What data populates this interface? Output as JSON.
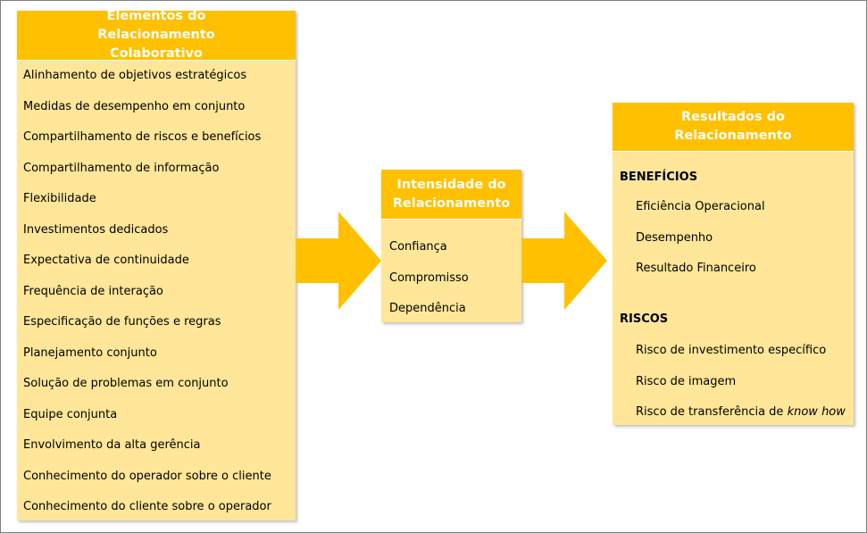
{
  "elements": {
    "title": "Elementos do Relacionamento Colaborativo",
    "items": [
      "Alinhamento de objetivos estratégicos",
      "Medidas de desempenho em conjunto",
      "Compartilhamento de riscos e benefícios",
      "Compartilhamento de informação",
      "Flexibilidade",
      "Investimentos dedicados",
      "Expectativa de continuidade",
      "Frequência de interação",
      "Especificação de funções e regras",
      "Planejamento conjunto",
      "Solução de problemas em conjunto",
      "Equipe conjunta",
      "Envolvimento da alta gerência",
      "Conhecimento do operador sobre o cliente",
      "Conhecimento do cliente sobre o operador"
    ]
  },
  "intensity": {
    "title": "Intensidade do Relacionamento",
    "items": [
      "Confiança",
      "Compromisso",
      "Dependência"
    ]
  },
  "results": {
    "title": "Resultados do Relacionamento",
    "benefits_heading": "BENEFÍCIOS",
    "benefits": [
      "Eficiência Operacional",
      "Desempenho",
      "Resultado Financeiro"
    ],
    "risks_heading": "RISCOS",
    "risks": [
      "Risco de investimento específico",
      "Risco de imagem"
    ],
    "last_risk_prefix": "Risco de transferência de ",
    "last_risk_italic": "know how"
  },
  "colors": {
    "header": "#FFC000",
    "panel": "#FFE699",
    "arrow": "#FFC000"
  }
}
